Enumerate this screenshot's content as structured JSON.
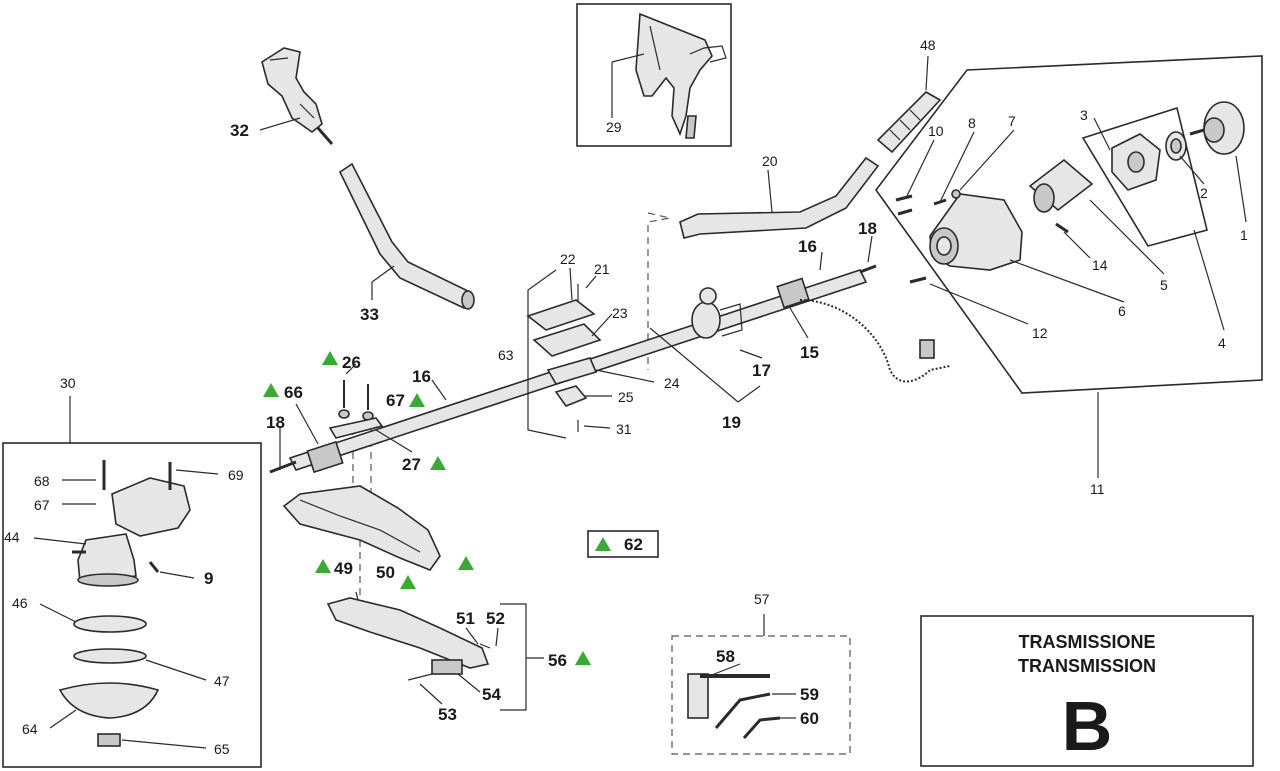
{
  "title_box": {
    "line1": "TRASMISSIONE",
    "line2": "TRANSMISSION",
    "letter": "B"
  },
  "colors": {
    "marker": "#3aa935",
    "line": "#2a2a2a",
    "part_fill": "#e6e6e6"
  },
  "labels": {
    "n1": "1",
    "n2": "2",
    "n3": "3",
    "n4": "4",
    "n5": "5",
    "n6": "6",
    "n7": "7",
    "n8": "8",
    "n9": "9",
    "n10": "10",
    "n11": "11",
    "n12": "12",
    "n14": "14",
    "n15": "15",
    "n16a": "16",
    "n16b": "16",
    "n17": "17",
    "n18a": "18",
    "n18b": "18",
    "n19": "19",
    "n20": "20",
    "n21": "21",
    "n22": "22",
    "n23": "23",
    "n24": "24",
    "n25": "25",
    "n26": "26",
    "n27": "27",
    "n29": "29",
    "n30": "30",
    "n31": "31",
    "n32": "32",
    "n33": "33",
    "n44": "44",
    "n46": "46",
    "n47": "47",
    "n48": "48",
    "n49": "49",
    "n50": "50",
    "n51": "51",
    "n52": "52",
    "n53": "53",
    "n54": "54",
    "n56": "56",
    "n57": "57",
    "n58": "58",
    "n59": "59",
    "n60": "60",
    "n62": "62",
    "n63": "63",
    "n64": "64",
    "n65": "65",
    "n66": "66",
    "n67a": "67",
    "n67b": "67",
    "n68": "68",
    "n69": "69"
  }
}
